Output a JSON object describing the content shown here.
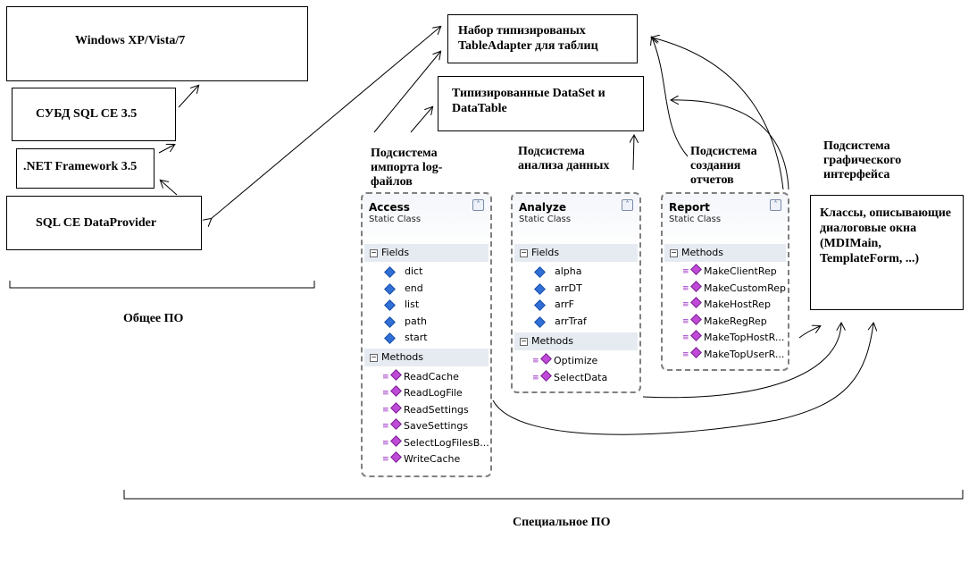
{
  "boxes": {
    "windows": "Windows XP/Vista/7",
    "sql_ce": "СУБД SQL CE 3.5",
    "net_framework": ".NET Framework 3.5",
    "data_provider": "SQL CE DataProvider",
    "table_adapter": "Набор типизированых TableAdapter для таблиц",
    "dataset": "Типизированные DataSet и DataTable",
    "gui_classes": "Классы, описывающие диалоговые окна (MDIMain, TemplateForm, ...)"
  },
  "labels": {
    "import_subsystem": "Подсистема импорта log-файлов",
    "analysis_subsystem": "Подсистема анализа данных",
    "report_subsystem": "Подсистема создания отчетов",
    "gui_subsystem": "Подсистема графического интерфейса",
    "general_software": "Общее ПО",
    "special_software": "Специальное ПО"
  },
  "classes": {
    "access": {
      "name": "Access",
      "kind": "Static Class",
      "fields_label": "Fields",
      "fields": [
        "dict",
        "end",
        "list",
        "path",
        "start"
      ],
      "methods_label": "Methods",
      "methods": [
        "ReadCache",
        "ReadLogFile",
        "ReadSettings",
        "SaveSettings",
        "SelectLogFilesB...",
        "WriteCache"
      ]
    },
    "analyze": {
      "name": "Analyze",
      "kind": "Static Class",
      "fields_label": "Fields",
      "fields": [
        "alpha",
        "arrDT",
        "arrF",
        "arrTraf"
      ],
      "methods_label": "Methods",
      "methods": [
        "Optimize",
        "SelectData"
      ]
    },
    "report": {
      "name": "Report",
      "kind": "Static Class",
      "methods_label": "Methods",
      "methods": [
        "MakeClientRep",
        "MakeCustomRep",
        "MakeHostRep",
        "MakeRegRep",
        "MakeTopHostR...",
        "MakeTopUserR..."
      ]
    }
  },
  "icons": [
    "collapse-icon",
    "field-icon",
    "method-icon",
    "arrow-icon"
  ]
}
